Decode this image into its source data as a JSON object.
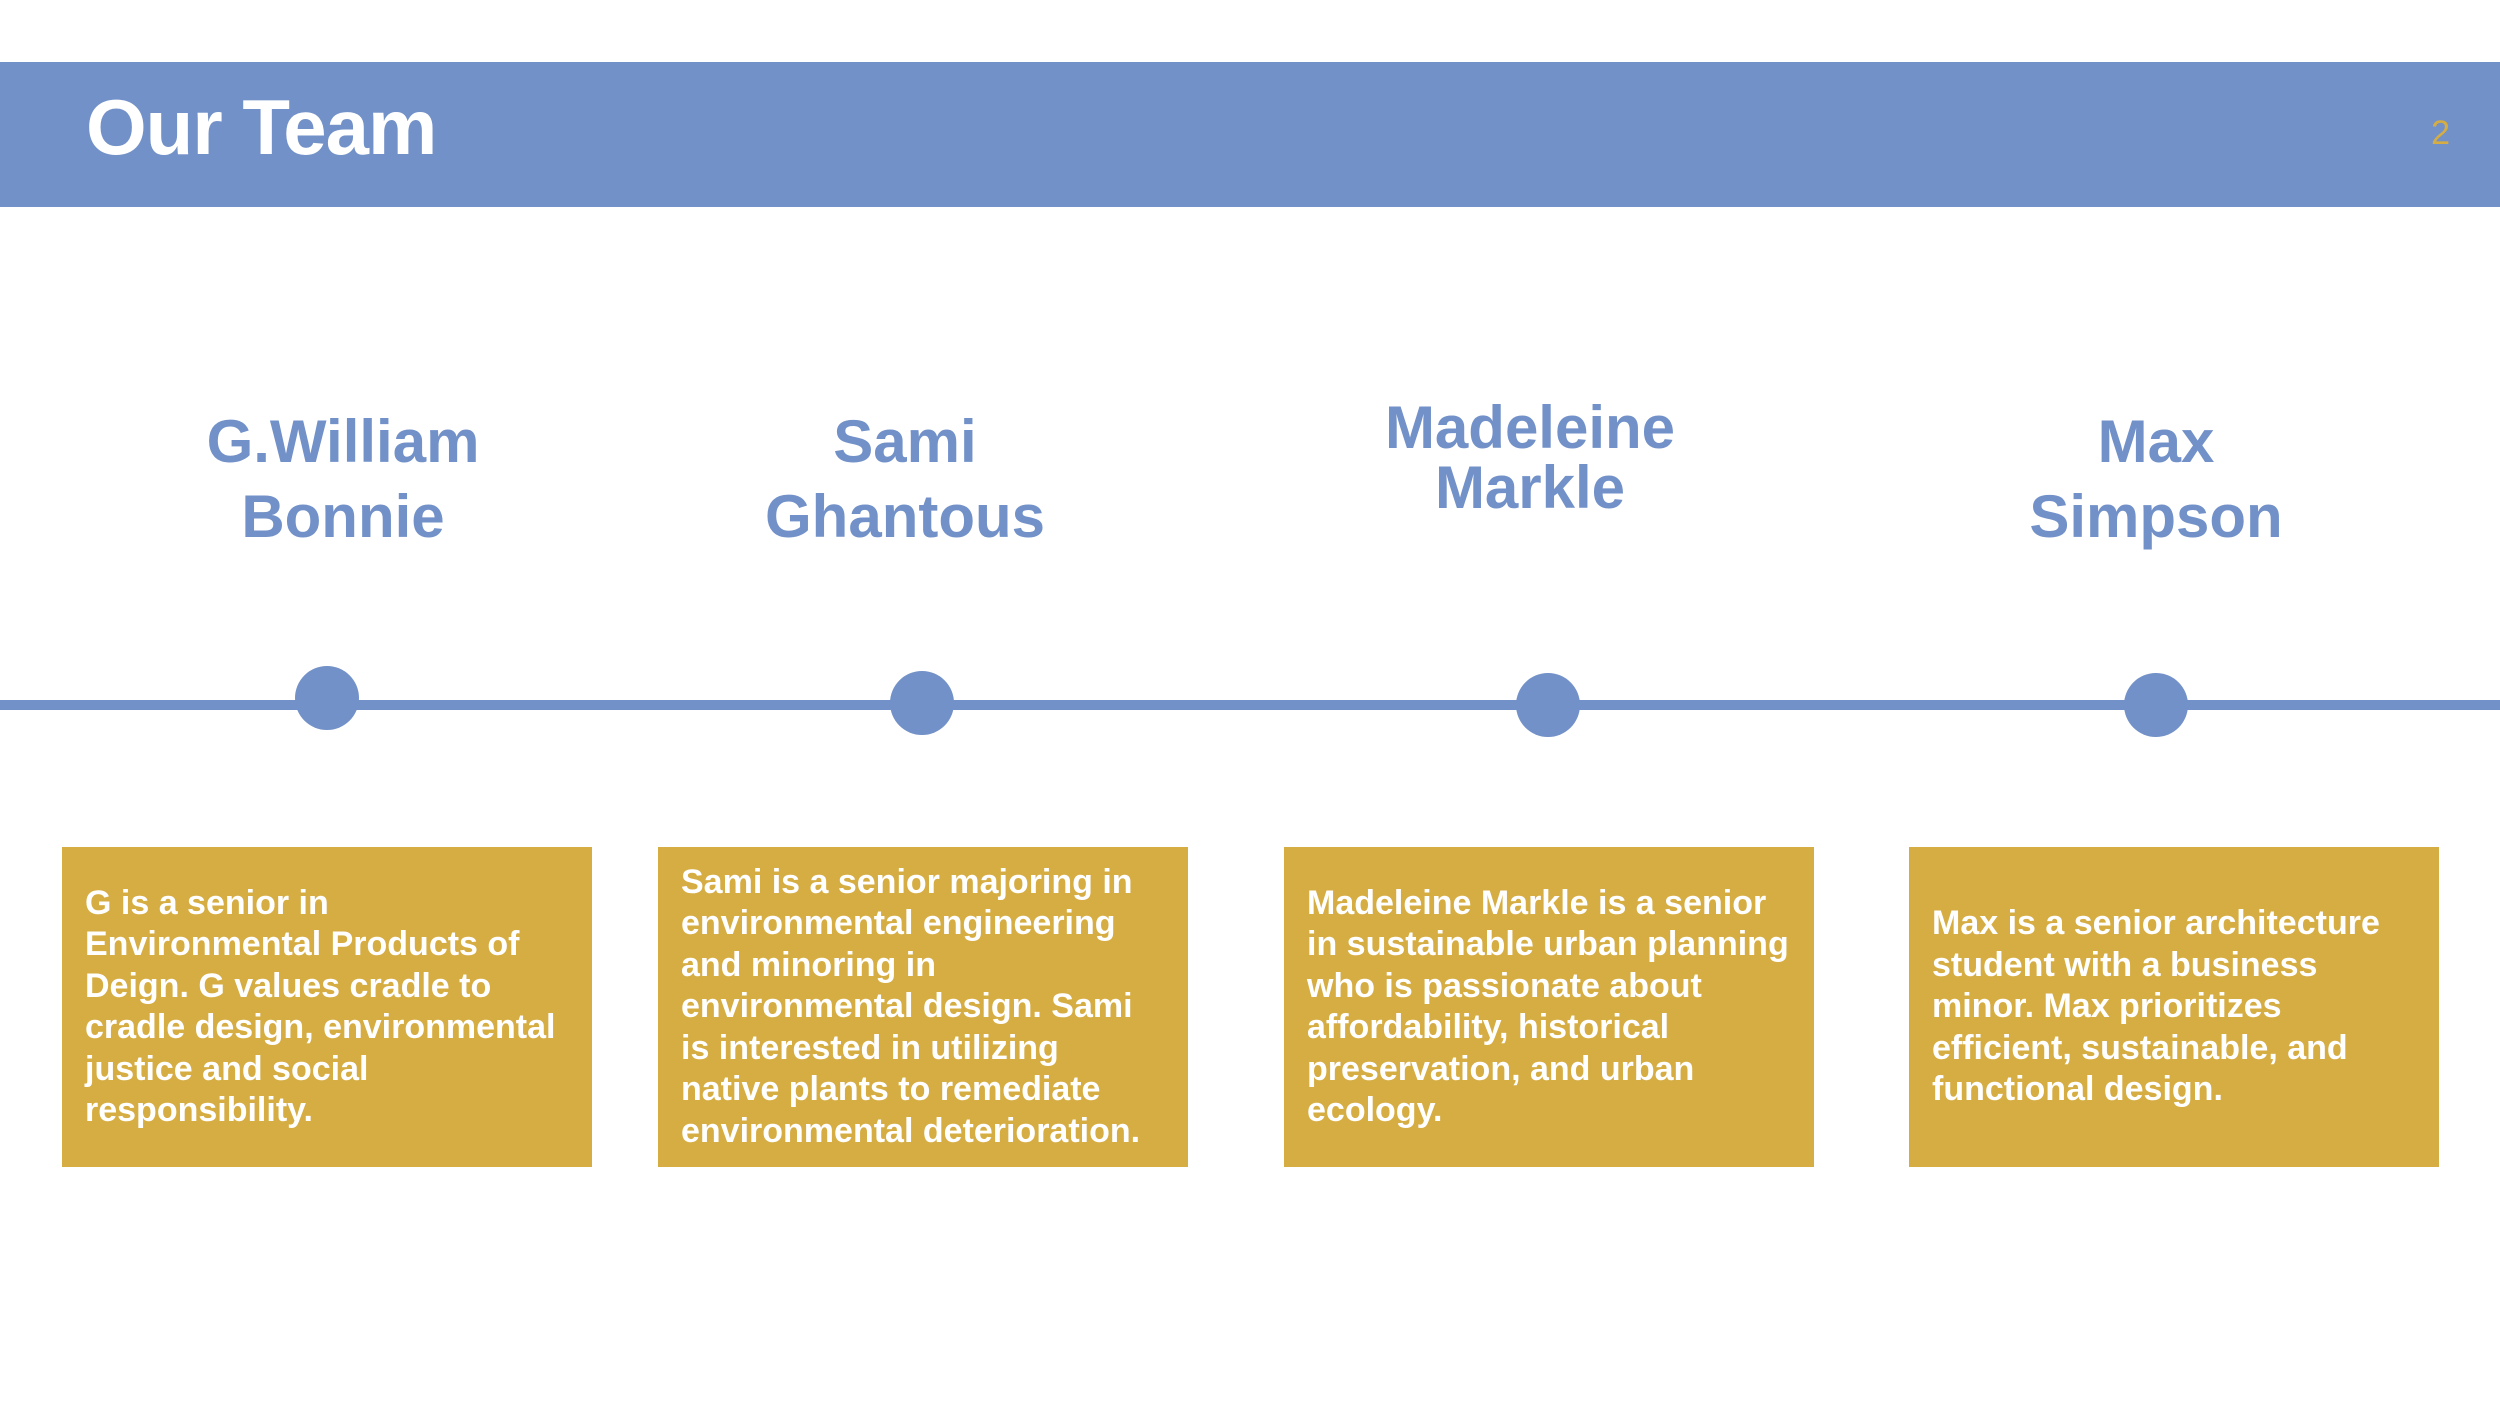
{
  "slide": {
    "title": "Our Team",
    "page_number": "2",
    "colors": {
      "header_blue": "#7291c8",
      "accent_gold": "#d6ad43",
      "text_white": "#ffffff"
    }
  },
  "team": [
    {
      "name": "G.William\nBonnie",
      "bio": "G is a senior in Environmental Products of Deign. G values cradle to cradle design, environmental justice and social responsibility."
    },
    {
      "name": "Sami\nGhantous",
      "bio": "Sami is a senior majoring in environmental engineering and minoring in environmental design. Sami is interested in utilizing native plants to remediate environmental deterioration."
    },
    {
      "name": "Madeleine\nMarkle",
      "bio": "Madeleine Markle is a senior in sustainable urban planning who is passionate about affordability, historical preservation, and urban ecology."
    },
    {
      "name": "Max\nSimpson",
      "bio": "Max is a senior architecture student with a business minor. Max prioritizes efficient, sustainable, and functional design."
    }
  ]
}
